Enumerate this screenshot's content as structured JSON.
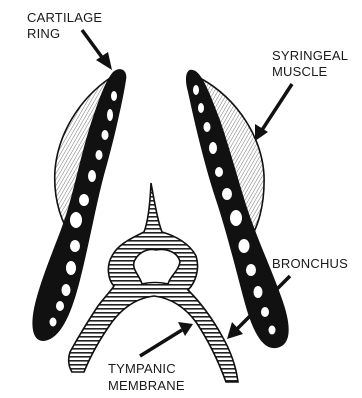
{
  "labels": {
    "cartilage_ring": [
      "CARTILAGE",
      "RING"
    ],
    "syringeal_muscle": [
      "SYRINGEAL",
      "MUSCLE"
    ],
    "bronchus": "BRONCHUS",
    "tympanic_membrane": [
      "TYMPANIC",
      "MEMBRANE"
    ]
  },
  "colors": {
    "ink": "#111111",
    "background": "#ffffff",
    "hatch": "#555555"
  }
}
